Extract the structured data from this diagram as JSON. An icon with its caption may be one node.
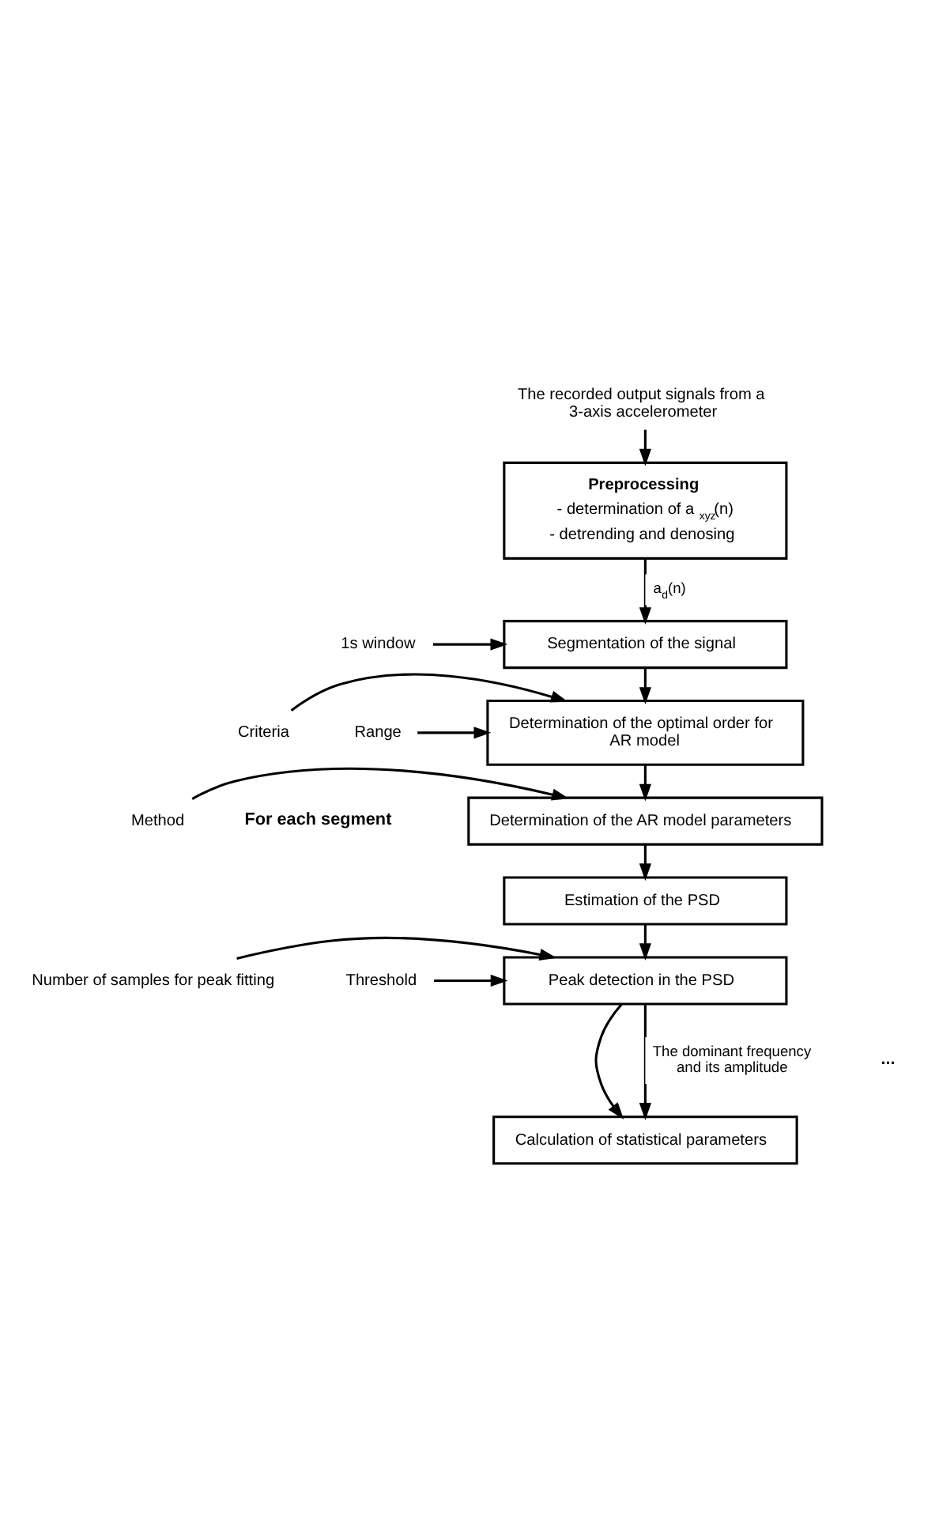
{
  "diagram": {
    "nodes": [
      {
        "text": [
          "The recorded output signals from a 3-axis accelerometer"
        ]
      },
      {
        "text": [
          "Preprocessing",
          "- determination of a$_{xyz}$(n)",
          "- detrending and denosing"
        ]
      },
      {
        "text": [
          "Segmentation of the signal"
        ]
      },
      {
        "text": [
          "1s window"
        ]
      },
      {
        "text": [
          "Determination of the optimal order for AR model"
        ]
      },
      {
        "text": [
          "Criteria"
        ]
      },
      {
        "text": [
          "Range"
        ]
      },
      {
        "text": [
          "Determination of the AR model parameters"
        ]
      },
      {
        "text": [
          "Method"
        ]
      },
      {
        "text": [
          "Estimation of the PSD"
        ]
      },
      {
        "text": [
          "Peak detection in the PSD"
        ]
      },
      {
        "text": [
          "Number of samples for peak fitting"
        ]
      },
      {
        "text": [
          "Threshold"
        ]
      },
      {
        "text": [
          "Calculation of statistical parameters"
        ]
      }
    ],
    "edges": [
      {
        "from": 0,
        "to": 1,
        "arrow": "to"
      },
      {
        "from": 1,
        "to": 2,
        "arrow": "to",
        "label": "a$_{d}$(n)"
      },
      {
        "from": 3,
        "to": 2,
        "arrow": "to"
      },
      {
        "from": 2,
        "to": 4,
        "arrow": "to"
      },
      {
        "from": 5,
        "to": 4,
        "arrow": "to"
      },
      {
        "from": 6,
        "to": 4,
        "arrow": "to"
      },
      {
        "from": 4,
        "to": 7,
        "arrow": "to"
      },
      {
        "from": 8,
        "to": 7,
        "arrow": "to"
      },
      {
        "from": 7,
        "to": 9,
        "arrow": "to"
      },
      {
        "from": 9,
        "to": 10,
        "arrow": "to"
      },
      {
        "from": 11,
        "to": 10,
        "arrow": "to"
      },
      {
        "from": 12,
        "to": 10,
        "arrow": "to"
      },
      {
        "from": 10,
        "to": 13,
        "arrow": "to"
      },
      {
        "from": 10,
        "to": 13,
        "arrow": "to",
        "label": "The dominant frequency and its amplitude"
      }
    ],
    "labels": [
      "For each segment",
      "..."
    ]
  }
}
